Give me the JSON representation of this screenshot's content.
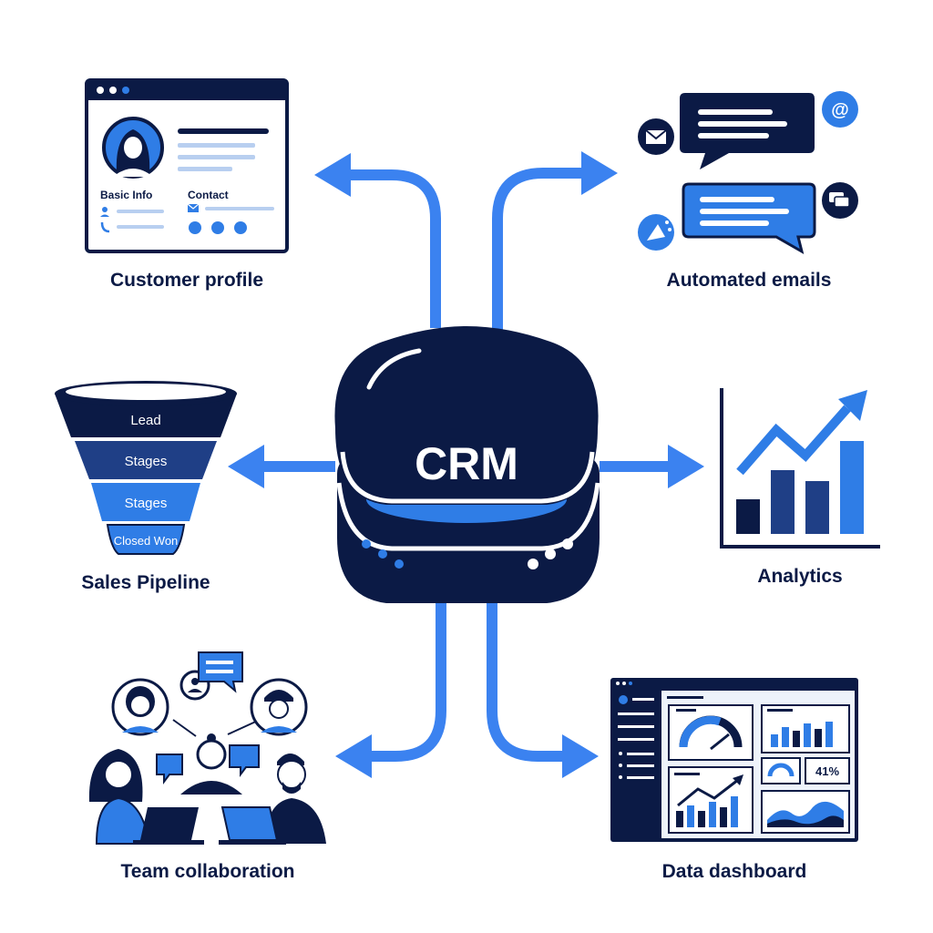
{
  "center": {
    "title": "CRM"
  },
  "modules": {
    "customer_profile": {
      "caption": "Customer profile",
      "basic_info_label": "Basic Info",
      "contact_label": "Contact"
    },
    "automated_emails": {
      "caption": "Automated emails"
    },
    "sales_pipeline": {
      "caption": "Sales Pipeline",
      "stages": [
        "Lead",
        "Stages",
        "Stages",
        "Closed Won"
      ]
    },
    "analytics": {
      "caption": "Analytics"
    },
    "team_collaboration": {
      "caption": "Team collaboration"
    },
    "data_dashboard": {
      "caption": "Data dashboard",
      "percent_label": "41%"
    }
  },
  "colors": {
    "navy": "#0b1a45",
    "blue": "#2f7de6",
    "light_blue": "#b8cff0",
    "white": "#ffffff"
  }
}
